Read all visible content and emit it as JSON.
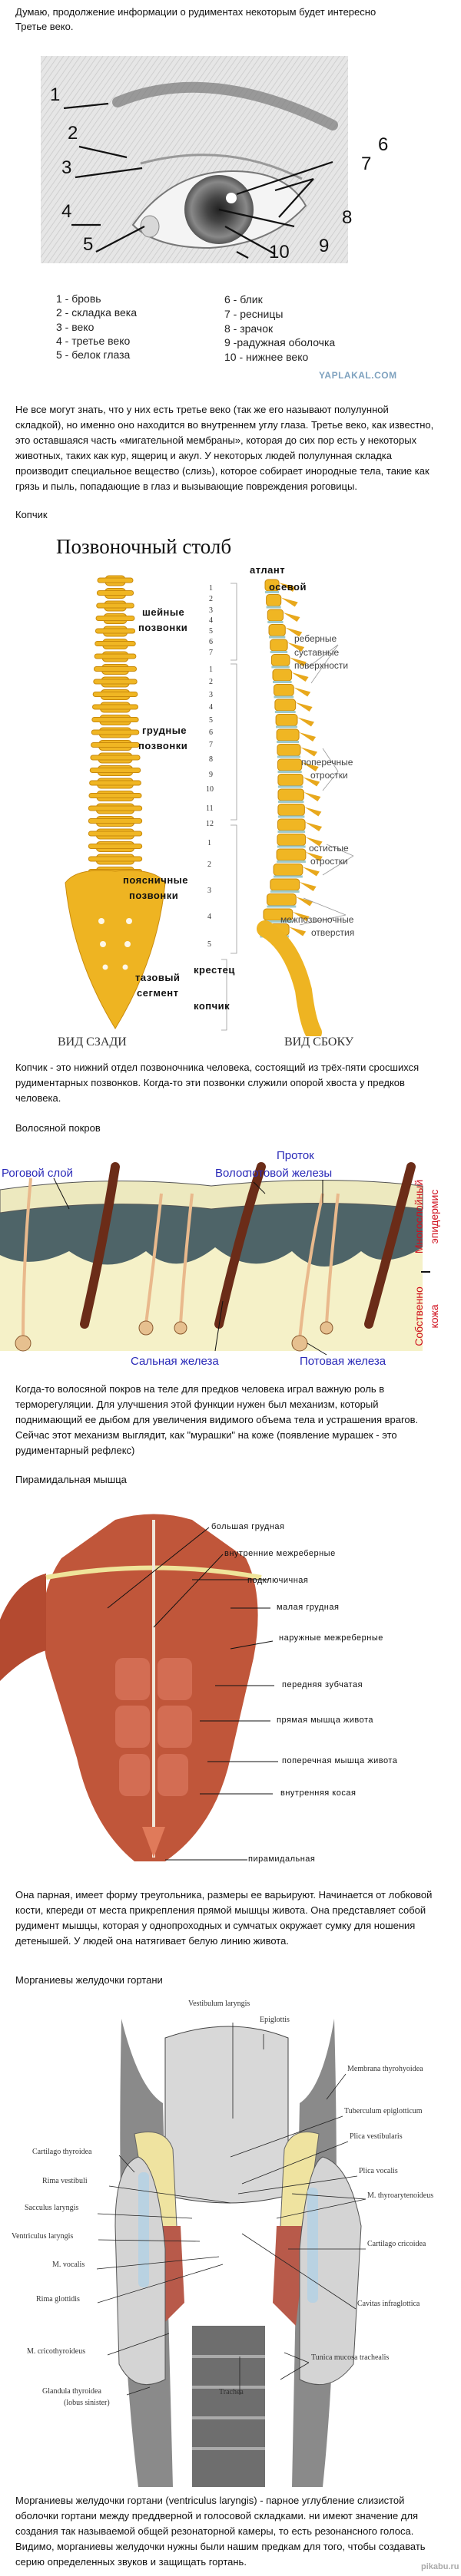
{
  "intro": "Думаю, продолжение информации о рудиментах некоторым будет интересно",
  "eye_section": {
    "heading": "Третье веко.",
    "numbers": [
      "1",
      "2",
      "3",
      "4",
      "5",
      "6",
      "7",
      "8",
      "9",
      "10"
    ],
    "legend_left": [
      "1 - бровь",
      "2 - складка века",
      "3 - веко",
      "4 - третье веко",
      "5 - белок глаза"
    ],
    "legend_right": [
      "6 - блик",
      "7 - ресницы",
      "8 - зрачок",
      "9 -радужная оболочка",
      "10 - нижнее веко"
    ],
    "watermark": "YAPLAKAL.COM",
    "paragraph": [
      "Не все могут знать, что у них  есть третье веко (так же его называют полулунной",
      "складкой), но именно оно находится во внутреннем углу глаза. Третье веко, как известно,",
      "это оставшаяся часть «мигательной мембраны», которая до сих пор есть у некоторых",
      "животных, таких как кур, ящериц и акул. У некоторых людей  полулунная складка",
      "производит специальное вещество (слизь), которое собирает инородные тела, такие как",
      "грязь и пыль, попадающие в глаз и вызывающие повреждения роговицы."
    ]
  },
  "coccyx_section": {
    "heading": "Копчик",
    "image_title": "Позвоночный столб",
    "bold_labels": [
      "атлант",
      "осевой",
      "шейные",
      "позвонки",
      "грудные",
      "позвонки",
      "поясничные",
      "позвонки",
      "тазовый",
      "сегмент",
      "крестец",
      "копчик"
    ],
    "grey_labels": [
      "реберные",
      "суставные",
      "поверхности",
      "поперечные",
      "отростки",
      "остистые",
      "отростки",
      "межпозвоночные",
      "отверстия"
    ],
    "cervical_numbers": [
      "1",
      "2",
      "3",
      "4",
      "5",
      "6",
      "7"
    ],
    "thoracic_numbers": [
      "1",
      "2",
      "3",
      "4",
      "5",
      "6",
      "7",
      "8",
      "9",
      "10",
      "11",
      "12"
    ],
    "lumbar_numbers": [
      "1",
      "2",
      "3",
      "4",
      "5"
    ],
    "view_back": "ВИД СЗАДИ",
    "view_side": "ВИД СБОКУ",
    "paragraph": [
      "Копчик - это нижний отдел позвоночника человека, состоящий из трёх-пяти сросшихся",
      "рудиментарных позвонков. Когда-то эти позвонки служили опорой хвоста у предков",
      "человека."
    ]
  },
  "hair_section": {
    "heading": "Волосяной покров",
    "labels": [
      "Роговой слой",
      "Волос",
      "Проток",
      "потовой железы",
      "Сальная железа",
      "Потовая железа"
    ],
    "side_labels": [
      "Многослойный",
      "эпидермис",
      "Собственно",
      "кожа"
    ],
    "colors": {
      "label": "#2a2ab8",
      "side_label": "#d0101e"
    },
    "paragraph": [
      "Когда-то волосяной покров на теле для предков человека играл важную роль в",
      "терморегуляции. Для улучшения этой функции нужен был механизм, который",
      "поднимающий ее дыбом для увеличения видимого объема тела и устрашения врагов.",
      "Сейчас этот механизм выглядит, как \"мурашки\" на коже (появление мурашек - это",
      "рудиментарный рефлекс)"
    ]
  },
  "pyramidal_section": {
    "heading": "Пирамидальная мышца",
    "labels": [
      "большая грудная",
      "внутренние межреберные",
      "подключичная",
      "малая грудная",
      "наружные межреберные",
      "передняя зубчатая",
      "прямая мышца живота",
      "поперечная мышца живота",
      "внутренняя косая",
      "пирамидальная"
    ],
    "paragraph": [
      "Она  парная, имеет форму треугольника, размеры ее варьируют. Начинается от лобковой",
      "кости, кпереди от места прикрепления прямой мышцы живота. Она представляет собой",
      "рудимент мышцы, которая у однопроходных и сумчатых окружает сумку для ношения",
      "детенышей. У людей она натягивает белую линию живота."
    ]
  },
  "larynx_section": {
    "heading": "Морганиевы желудочки гортани",
    "labels_top": [
      "Vestibulum laryngis",
      "Epiglottis"
    ],
    "labels_right": [
      "Membrana thyrohyoidea",
      "Tuberculum epiglotticum",
      "Plica vestibularis",
      "Plica vocalis",
      "M. thyroarytenoideus",
      "Cartilago cricoidea",
      "Cavitas infraglottica",
      "Tunica mucosa trachealis",
      "Trachea"
    ],
    "labels_left": [
      "Cartilago thyroidea",
      "Rima vestibuli",
      "Sacculus laryngis",
      "Ventriculus laryngis",
      "M. vocalis",
      "Rima glottidis",
      "M. cricothyroideus",
      "Glandula thyroidea",
      "(lobus sinister)"
    ],
    "paragraph": [
      "Морганиевы желудочки гортани (ventriculus laryngis) -  парное углубление слизистой",
      "оболочки гортани между преддверной и голосовой складками. ни имеют значение для",
      "создания так называемой общей резонаторной камеры, то есть резонансного голоса.",
      "Видимо, морганиевы желудочки нужны были нашим предкам для того, чтобы создавать",
      "серию определенных звуков и защищать гортань."
    ],
    "watermark": "pikabu.ru"
  }
}
